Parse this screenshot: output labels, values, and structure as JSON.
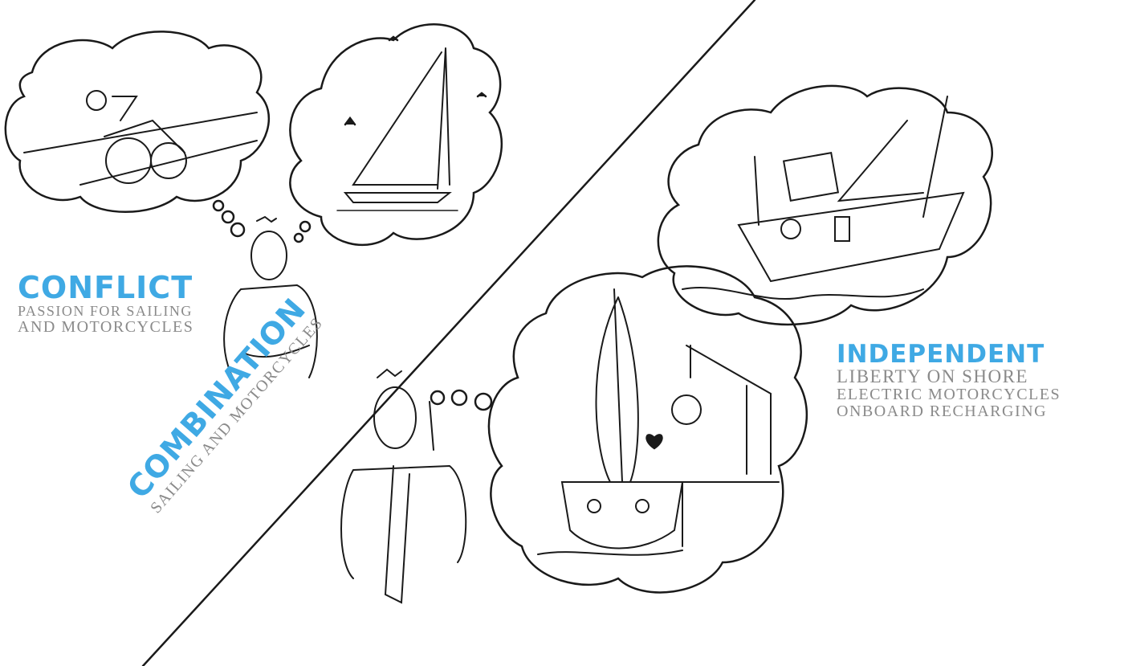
{
  "conflict": {
    "title": "CONFLICT",
    "lines": [
      "PASSION FOR SAILING",
      "AND MOTORCYCLES"
    ]
  },
  "combination": {
    "title": "COMBINATION",
    "lines": [
      "SAILING AND MOTORCYCLES"
    ]
  },
  "independent": {
    "title": "INDEPENDENT",
    "lines": [
      "LIBERTY ON SHORE",
      "ELECTRIC MOTORCYCLES",
      "ONBOARD RECHARGING"
    ]
  },
  "colors": {
    "accent": "#3fa9e4",
    "subtitle": "#8a8a8a",
    "ink": "#1a1a1a"
  }
}
